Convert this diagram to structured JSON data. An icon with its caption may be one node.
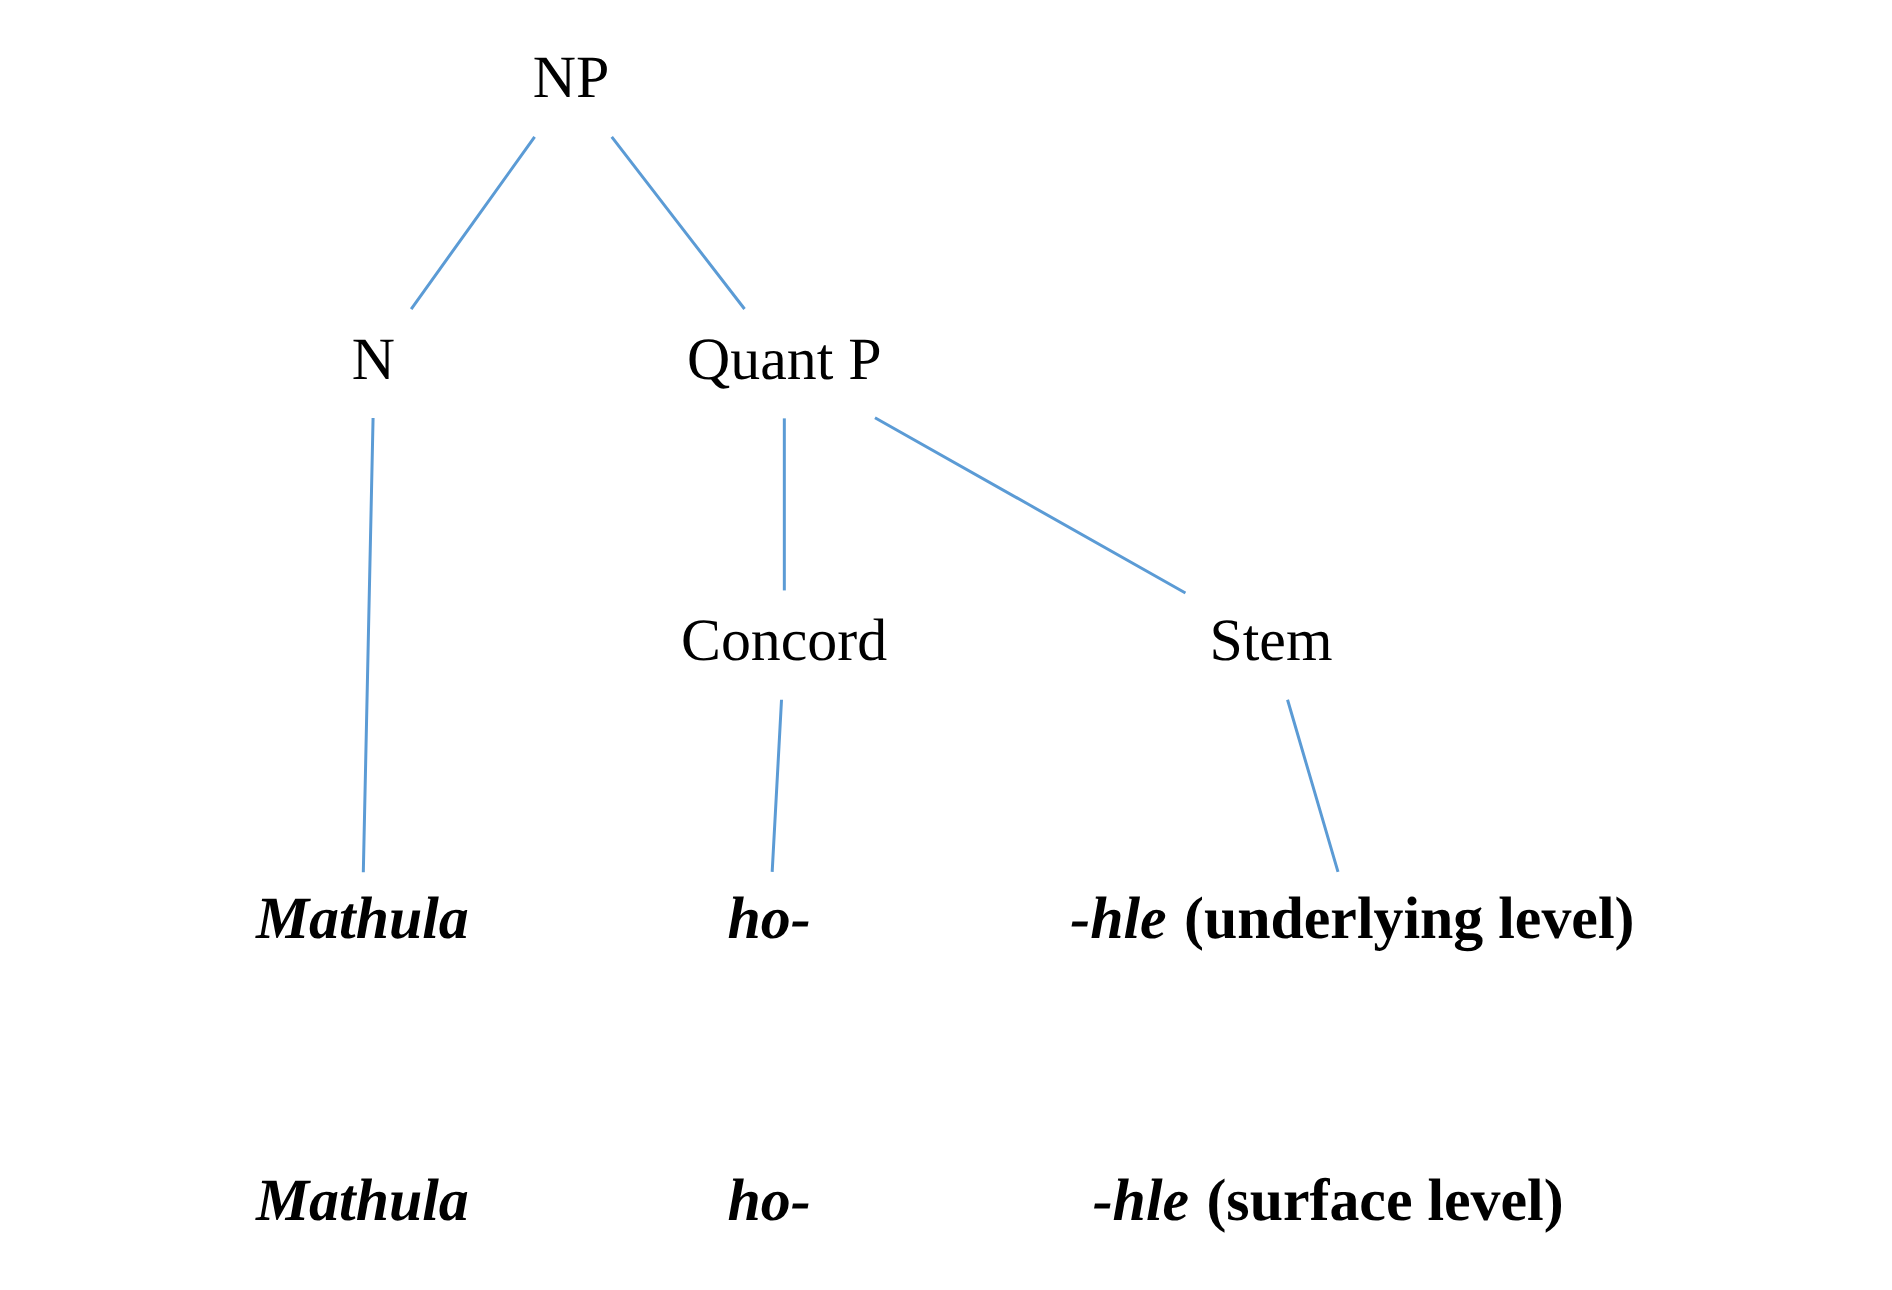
{
  "diagram": {
    "nodes": [
      {
        "text": [
          "NP"
        ]
      },
      {
        "text": [
          "N"
        ]
      },
      {
        "text": [
          "Quant P"
        ]
      },
      {
        "text": [
          "Concord"
        ]
      },
      {
        "text": [
          "Stem"
        ]
      },
      {
        "text": [
          "Mathula"
        ]
      },
      {
        "text": [
          "ho-"
        ]
      },
      {
        "text": [
          "*-hle* (underlying level)"
        ]
      }
    ],
    "edges": [
      {
        "from": 0,
        "to": 1,
        "arrow": "none"
      },
      {
        "from": 0,
        "to": 2,
        "arrow": "none"
      },
      {
        "from": 1,
        "to": 5,
        "arrow": "none"
      },
      {
        "from": 2,
        "to": 3,
        "arrow": "none"
      },
      {
        "from": 2,
        "to": 4,
        "arrow": "none"
      },
      {
        "from": 3,
        "to": 6,
        "arrow": "none"
      },
      {
        "from": 4,
        "to": 7,
        "arrow": "none"
      }
    ],
    "labels": [
      "Mathula",
      "ho-",
      "*-hle* (surface level)"
    ]
  }
}
